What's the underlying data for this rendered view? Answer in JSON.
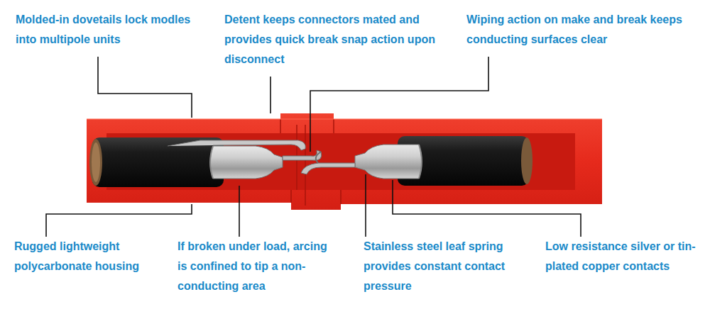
{
  "diagram": {
    "labels": [
      "Molded-in dovetails lock modles into multipole units",
      "Detent keeps connectors mated and provides quick break snap action upon disconnect",
      "Wiping action on make and break keeps conducting surfaces clear",
      "Rugged lightweight polycarbonate housing",
      "If broken under load, arcing is confined to tip a non-conducting area",
      "Stainless steel leaf spring provides constant contact pressure",
      "Low resistance silver or tin-plated copper contacts"
    ]
  }
}
